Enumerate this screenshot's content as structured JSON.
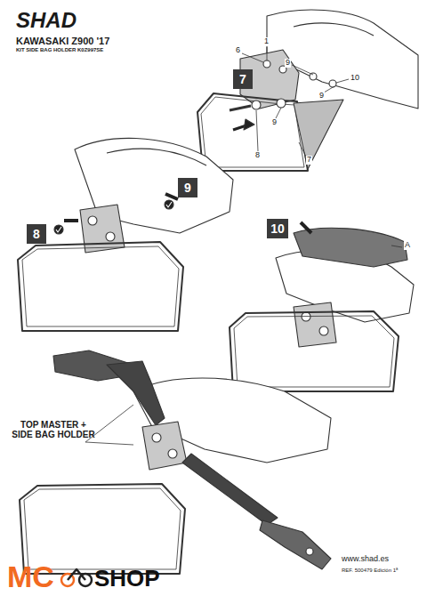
{
  "diagram": {
    "title": "KAWASAKI Z900 '17",
    "nodes": [
      {
        "text": [
          "7"
        ]
      },
      {
        "text": [
          "8"
        ]
      },
      {
        "text": [
          "9"
        ]
      },
      {
        "text": [
          "10"
        ]
      }
    ],
    "labels": [
      "SHAD",
      "KIT SIDE BAG HOLDER K0Z997SE",
      "1",
      "6",
      "9",
      "10",
      "9",
      "9",
      "8",
      "7",
      "A",
      "TOP MASTER + SIDE BAG HOLDER",
      "www.shad.es",
      "REF. 500479 Edición 1ª",
      "MC",
      "SHOP"
    ]
  }
}
